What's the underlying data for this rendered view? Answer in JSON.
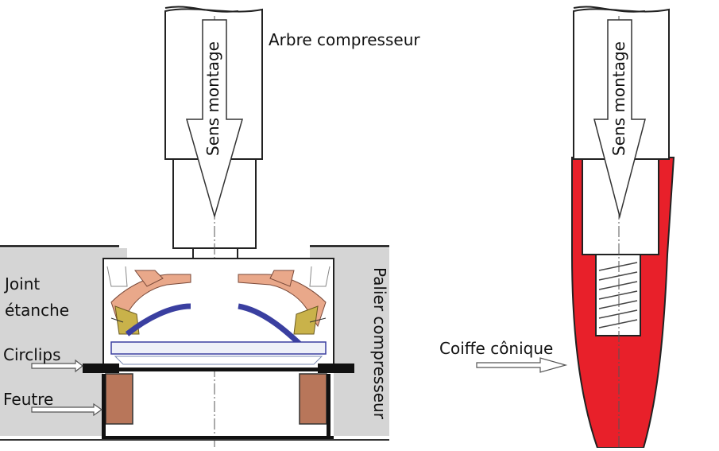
{
  "labels": {
    "shaft": "Arbre  compresseur",
    "mount_dir_left": "Sens montage",
    "mount_dir_right": "Sens montage",
    "seal_line1": "Joint",
    "seal_line2": "étanche",
    "circlip": "Circlips",
    "felt": "Feutre",
    "bearing": "Palier compresseur",
    "cone_cap": "Coiffe cônique"
  },
  "colors": {
    "cone_cap": "#e8202a",
    "felt": "#b8765a",
    "housing": "#d3d3d3",
    "seal_lip": "#e9a88a",
    "seal_ring": "#3a3fa0",
    "seal_insert": "#c9b24a"
  }
}
